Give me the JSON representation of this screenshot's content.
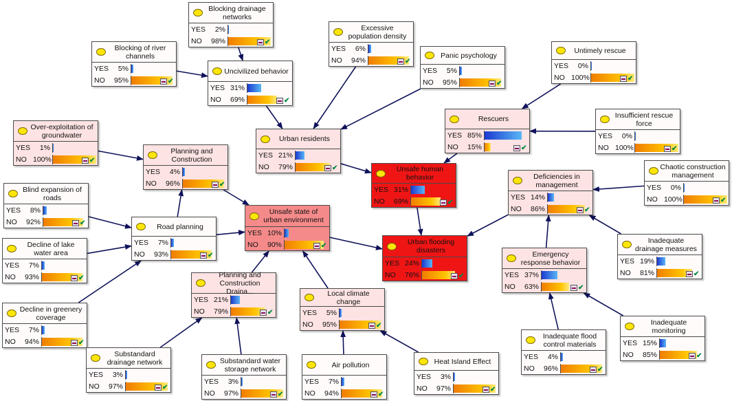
{
  "nodes": [
    {
      "id": "blocking-drainage-networks",
      "label": "Blocking drainage networks",
      "yes_label": "YES",
      "no_label": "NO",
      "yes_text": "2%",
      "no_text": "98%",
      "yes": 0.02,
      "no": 0.98,
      "color": "white"
    },
    {
      "id": "blocking-river-channels",
      "label": "Blocking of river channels",
      "yes_label": "YES",
      "no_label": "NO",
      "yes_text": "5%",
      "no_text": "95%",
      "yes": 0.05,
      "no": 0.95,
      "color": "white"
    },
    {
      "id": "uncivilized-behavior",
      "label": "Uncivilized behavior",
      "yes_label": "YES",
      "no_label": "NO",
      "yes_text": "31%",
      "no_text": "69%",
      "yes": 0.31,
      "no": 0.69,
      "color": "white"
    },
    {
      "id": "excessive-population-density",
      "label": "Excessive population density",
      "yes_label": "YES",
      "no_label": "NO",
      "yes_text": "6%",
      "no_text": "94%",
      "yes": 0.06,
      "no": 0.94,
      "color": "white"
    },
    {
      "id": "panic-psychology",
      "label": "Panic psychology",
      "yes_label": "YES",
      "no_label": "NO",
      "yes_text": "5%",
      "no_text": "95%",
      "yes": 0.05,
      "no": 0.95,
      "color": "white"
    },
    {
      "id": "untimely-rescue",
      "label": "Untimely rescue",
      "yes_label": "YES",
      "no_label": "NO",
      "yes_text": "0%",
      "no_text": "100%",
      "yes": 0.0,
      "no": 1.0,
      "color": "white"
    },
    {
      "id": "over-exploitation-groundwater",
      "label": "Over-exploitation of groundwater",
      "yes_label": "YES",
      "no_label": "NO",
      "yes_text": "1%",
      "no_text": "100%",
      "yes": 0.01,
      "no": 1.0,
      "color": "pink"
    },
    {
      "id": "planning-construction",
      "label": "Planning and Construction",
      "yes_label": "YES",
      "no_label": "NO",
      "yes_text": "4%",
      "no_text": "96%",
      "yes": 0.04,
      "no": 0.96,
      "color": "pink"
    },
    {
      "id": "urban-residents",
      "label": "Urban residents",
      "yes_label": "YES",
      "no_label": "NO",
      "yes_text": "21%",
      "no_text": "79%",
      "yes": 0.21,
      "no": 0.79,
      "color": "pink"
    },
    {
      "id": "rescuers",
      "label": "Rescuers",
      "yes_label": "YES",
      "no_label": "NO",
      "yes_text": "85%",
      "no_text": "15%",
      "yes": 0.85,
      "no": 0.15,
      "color": "pink"
    },
    {
      "id": "insufficient-rescue-force",
      "label": "Insufficient rescue force",
      "yes_label": "YES",
      "no_label": "NO",
      "yes_text": "0%",
      "no_text": "100%",
      "yes": 0.0,
      "no": 1.0,
      "color": "white"
    },
    {
      "id": "unsafe-human-behavior",
      "label": "Unsafe human behavior",
      "yes_label": "YES",
      "no_label": "NO",
      "yes_text": "31%",
      "no_text": "69%",
      "yes": 0.31,
      "no": 0.69,
      "color": "red"
    },
    {
      "id": "blind-expansion-roads",
      "label": "Blind expansion of roads",
      "yes_label": "YES",
      "no_label": "NO",
      "yes_text": "8%",
      "no_text": "92%",
      "yes": 0.08,
      "no": 0.92,
      "color": "white"
    },
    {
      "id": "chaotic-construction-management",
      "label": "Chaotic construction management",
      "yes_label": "YES",
      "no_label": "NO",
      "yes_text": "0%",
      "no_text": "100%",
      "yes": 0.0,
      "no": 1.0,
      "color": "white"
    },
    {
      "id": "deficiencies-management",
      "label": "Deficiencies in management",
      "yes_label": "YES",
      "no_label": "NO",
      "yes_text": "14%",
      "no_text": "86%",
      "yes": 0.14,
      "no": 0.86,
      "color": "pink"
    },
    {
      "id": "road-planning",
      "label": "Road planning",
      "yes_label": "YES",
      "no_label": "NO",
      "yes_text": "7%",
      "no_text": "93%",
      "yes": 0.07,
      "no": 0.93,
      "color": "white"
    },
    {
      "id": "unsafe-state-urban-environment",
      "label": "Unsafe state of urban environment",
      "yes_label": "YES",
      "no_label": "NO",
      "yes_text": "10%",
      "no_text": "90%",
      "yes": 0.1,
      "no": 0.9,
      "color": "salmon"
    },
    {
      "id": "urban-flooding-disasters",
      "label": "Urban flooding disasters",
      "yes_label": "YES",
      "no_label": "NO",
      "yes_text": "24%",
      "no_text": "76%",
      "yes": 0.24,
      "no": 0.76,
      "color": "red"
    },
    {
      "id": "decline-lake-water-area",
      "label": "Decline of lake water area",
      "yes_label": "YES",
      "no_label": "NO",
      "yes_text": "7%",
      "no_text": "93%",
      "yes": 0.07,
      "no": 0.93,
      "color": "white"
    },
    {
      "id": "inadequate-drainage-measures",
      "label": "Inadequate drainage measures",
      "yes_label": "YES",
      "no_label": "NO",
      "yes_text": "19%",
      "no_text": "81%",
      "yes": 0.19,
      "no": 0.81,
      "color": "white"
    },
    {
      "id": "planning-construction-drainage",
      "label": "Planning and Construction Draina...",
      "yes_label": "YES",
      "no_label": "NO",
      "yes_text": "21%",
      "no_text": "79%",
      "yes": 0.21,
      "no": 0.79,
      "color": "pink"
    },
    {
      "id": "emergency-response-behavior",
      "label": "Emergency response behavior",
      "yes_label": "YES",
      "no_label": "NO",
      "yes_text": "37%",
      "no_text": "63%",
      "yes": 0.37,
      "no": 0.63,
      "color": "pink"
    },
    {
      "id": "local-climate-change",
      "label": "Local climate change",
      "yes_label": "YES",
      "no_label": "NO",
      "yes_text": "5%",
      "no_text": "95%",
      "yes": 0.05,
      "no": 0.95,
      "color": "pink"
    },
    {
      "id": "decline-greenery-coverage",
      "label": "Decline in greenery coverage",
      "yes_label": "YES",
      "no_label": "NO",
      "yes_text": "7%",
      "no_text": "94%",
      "yes": 0.07,
      "no": 0.94,
      "color": "white"
    },
    {
      "id": "inadequate-monitoring",
      "label": "Inadequate monitoring",
      "yes_label": "YES",
      "no_label": "NO",
      "yes_text": "15%",
      "no_text": "85%",
      "yes": 0.15,
      "no": 0.85,
      "color": "white"
    },
    {
      "id": "inadequate-flood-control-materials",
      "label": "Inadequate flood control materials",
      "yes_label": "YES",
      "no_label": "NO",
      "yes_text": "4%",
      "no_text": "96%",
      "yes": 0.04,
      "no": 0.96,
      "color": "white"
    },
    {
      "id": "substandard-drainage-network",
      "label": "Substandard drainage network",
      "yes_label": "YES",
      "no_label": "NO",
      "yes_text": "3%",
      "no_text": "97%",
      "yes": 0.03,
      "no": 0.97,
      "color": "white"
    },
    {
      "id": "substandard-water-storage-network",
      "label": "Substandard water storage network",
      "yes_label": "YES",
      "no_label": "NO",
      "yes_text": "3%",
      "no_text": "97%",
      "yes": 0.03,
      "no": 0.97,
      "color": "white"
    },
    {
      "id": "air-pollution",
      "label": "Air pollution",
      "yes_label": "YES",
      "no_label": "NO",
      "yes_text": "7%",
      "no_text": "94%",
      "yes": 0.07,
      "no": 0.94,
      "color": "white"
    },
    {
      "id": "heat-island-effect",
      "label": "Heat Island Effect",
      "yes_label": "YES",
      "no_label": "NO",
      "yes_text": "3%",
      "no_text": "97%",
      "yes": 0.03,
      "no": 0.97,
      "color": "white"
    }
  ],
  "edges": [
    {
      "from": "blocking-drainage-networks",
      "to": "uncivilized-behavior"
    },
    {
      "from": "blocking-river-channels",
      "to": "uncivilized-behavior"
    },
    {
      "from": "uncivilized-behavior",
      "to": "urban-residents"
    },
    {
      "from": "excessive-population-density",
      "to": "urban-residents"
    },
    {
      "from": "panic-psychology",
      "to": "urban-residents"
    },
    {
      "from": "untimely-rescue",
      "to": "rescuers"
    },
    {
      "from": "insufficient-rescue-force",
      "to": "rescuers"
    },
    {
      "from": "urban-residents",
      "to": "unsafe-human-behavior"
    },
    {
      "from": "rescuers",
      "to": "unsafe-human-behavior"
    },
    {
      "from": "unsafe-human-behavior",
      "to": "urban-flooding-disasters"
    },
    {
      "from": "over-exploitation-groundwater",
      "to": "planning-construction"
    },
    {
      "from": "planning-construction",
      "to": "unsafe-state-urban-environment"
    },
    {
      "from": "road-planning",
      "to": "planning-construction"
    },
    {
      "from": "blind-expansion-roads",
      "to": "road-planning"
    },
    {
      "from": "decline-lake-water-area",
      "to": "road-planning"
    },
    {
      "from": "decline-greenery-coverage",
      "to": "road-planning"
    },
    {
      "from": "road-planning",
      "to": "unsafe-state-urban-environment"
    },
    {
      "from": "planning-construction-drainage",
      "to": "unsafe-state-urban-environment"
    },
    {
      "from": "substandard-drainage-network",
      "to": "planning-construction-drainage"
    },
    {
      "from": "substandard-water-storage-network",
      "to": "planning-construction-drainage"
    },
    {
      "from": "local-climate-change",
      "to": "unsafe-state-urban-environment"
    },
    {
      "from": "air-pollution",
      "to": "local-climate-change"
    },
    {
      "from": "heat-island-effect",
      "to": "local-climate-change"
    },
    {
      "from": "unsafe-state-urban-environment",
      "to": "urban-flooding-disasters"
    },
    {
      "from": "chaotic-construction-management",
      "to": "deficiencies-management"
    },
    {
      "from": "deficiencies-management",
      "to": "urban-flooding-disasters"
    },
    {
      "from": "emergency-response-behavior",
      "to": "deficiencies-management"
    },
    {
      "from": "inadequate-drainage-measures",
      "to": "deficiencies-management"
    },
    {
      "from": "inadequate-monitoring",
      "to": "emergency-response-behavior"
    },
    {
      "from": "inadequate-flood-control-materials",
      "to": "emergency-response-behavior"
    }
  ],
  "node_colors": {
    "white": "#fffbfb",
    "pink": "#fde3e3",
    "salmon": "#f58a8a",
    "red": "#ef1515"
  },
  "icons": {
    "state": "yellow-state-dot",
    "tools": "node-toolbar-icon",
    "check": "check-icon"
  }
}
